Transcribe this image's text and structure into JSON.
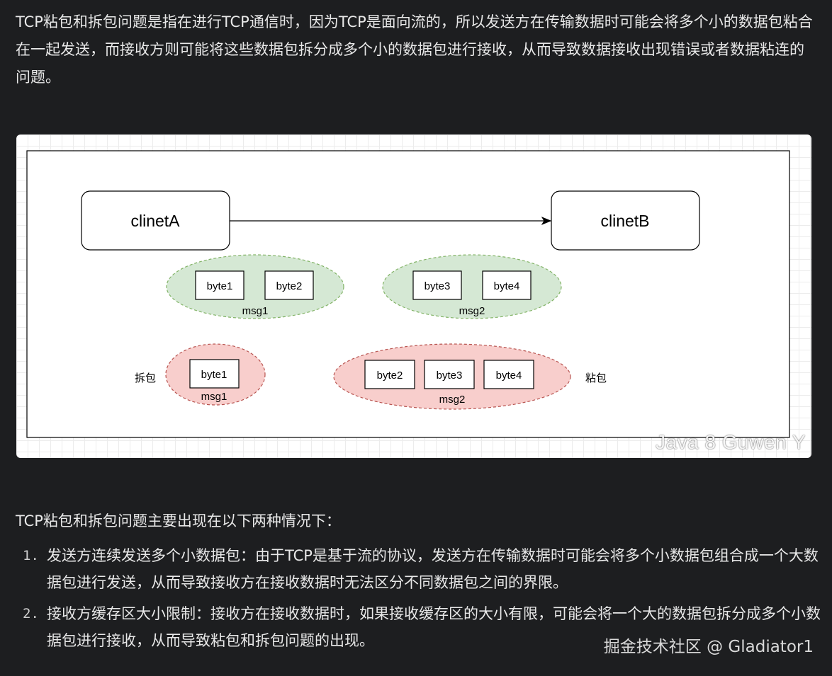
{
  "paragraph1": "TCP粘包和拆包问题是指在进行TCP通信时，因为TCP是面向流的，所以发送方在传输数据时可能会将多个小的数据包粘合在一起发送，而接收方则可能将这些数据包拆分成多个小的数据包进行接收，从而导致数据接收出现错误或者数据粘连的问题。",
  "diagram": {
    "client_a": "clinetA",
    "client_b": "clinetB",
    "msg1_group": {
      "bytes": [
        "byte1",
        "byte2"
      ],
      "label": "msg1"
    },
    "msg2_group": {
      "bytes": [
        "byte3",
        "byte4"
      ],
      "label": "msg2"
    },
    "split": {
      "side_label": "拆包",
      "bytes": [
        "byte1"
      ],
      "label": "msg1"
    },
    "sticky": {
      "side_label": "粘包",
      "bytes": [
        "byte2",
        "byte3",
        "byte4"
      ],
      "label": "msg2"
    },
    "watermark": "Java 8 Guwen Y",
    "colors": {
      "green_fill": "#d5e8d4",
      "green_stroke": "#82b366",
      "red_fill": "#f8cecc",
      "red_stroke": "#b85450"
    }
  },
  "paragraph2": "TCP粘包和拆包问题主要出现在以下两种情况下：",
  "list": [
    {
      "num": "1.",
      "text": "发送方连续发送多个小数据包：由于TCP是基于流的协议，发送方在传输数据时可能会将多个小数据包组合成一个大数据包进行发送，从而导致接收方在接收数据时无法区分不同数据包之间的界限。"
    },
    {
      "num": "2.",
      "text": "接收方缓存区大小限制：接收方在接收数据时，如果接收缓存区的大小有限，可能会将一个大的数据包拆分成多个小数据包进行接收，从而导致粘包和拆包问题的出现。"
    }
  ],
  "watermark_page": "掘金技术社区 @ Gladiator1"
}
